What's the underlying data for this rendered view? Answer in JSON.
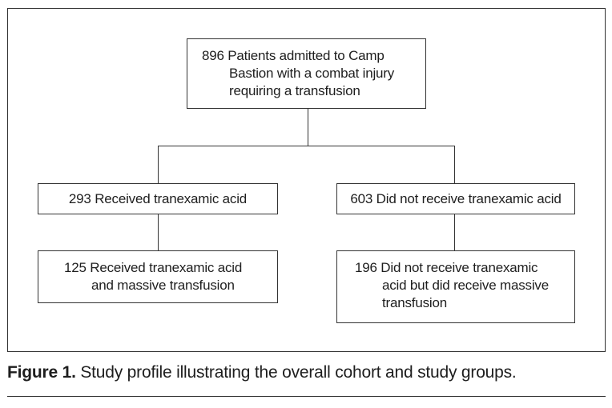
{
  "flowchart": {
    "root": {
      "lines": [
        "896 Patients admitted to Camp",
        "Bastion with a combat injury",
        "requiring a transfusion"
      ]
    },
    "left_branch": {
      "label": "293 Received tranexamic acid"
    },
    "right_branch": {
      "label": "603 Did not receive tranexamic acid"
    },
    "left_leaf": {
      "lines": [
        "125 Received tranexamic acid",
        "and massive transfusion"
      ]
    },
    "right_leaf": {
      "lines": [
        "196 Did not receive tranexamic",
        "acid but did receive massive",
        "transfusion"
      ]
    }
  },
  "caption": {
    "label": "Figure 1.",
    "text": " Study profile illustrating the overall cohort and study groups."
  }
}
